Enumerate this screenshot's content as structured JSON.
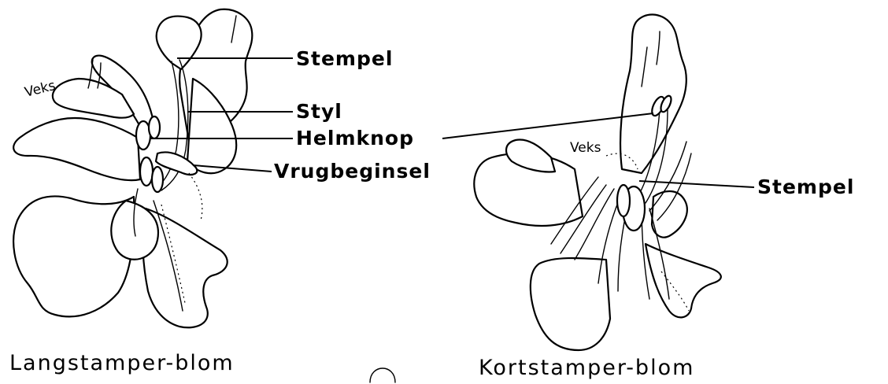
{
  "long_flower": {
    "label_veks": "Veks",
    "label_stempel": "Stempel",
    "label_styl": "Styl",
    "label_helmknop": "Helmknop",
    "label_vrugbeginsel": "Vrugbeginsel",
    "caption": "Langstamper-blom"
  },
  "short_flower": {
    "label_veks": "Veks",
    "label_stempel": "Stempel",
    "caption": "Kortstamper-blom"
  }
}
